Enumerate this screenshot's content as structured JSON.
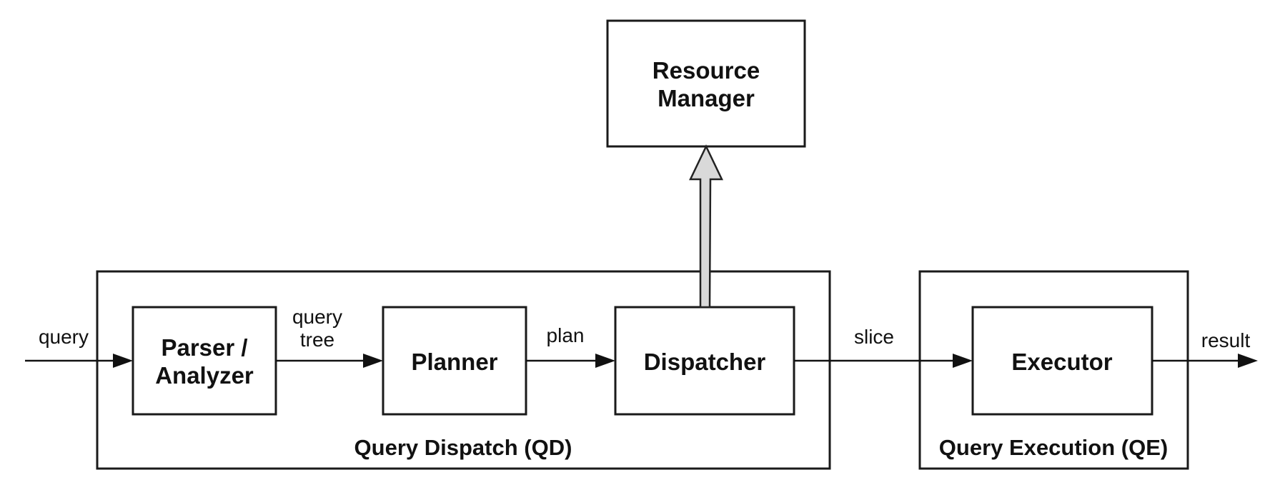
{
  "diagram": {
    "containers": {
      "qd": {
        "label": "Query Dispatch (QD)"
      },
      "qe": {
        "label": "Query Execution (QE)"
      }
    },
    "nodes": {
      "resource_manager": {
        "line1": "Resource",
        "line2": "Manager"
      },
      "parser": {
        "line1": "Parser /",
        "line2": "Analyzer"
      },
      "planner": {
        "label": "Planner"
      },
      "dispatcher": {
        "label": "Dispatcher"
      },
      "executor": {
        "label": "Executor"
      }
    },
    "edges": {
      "query": {
        "label": "query"
      },
      "query_tree": {
        "line1": "query",
        "line2": "tree"
      },
      "plan": {
        "label": "plan"
      },
      "slice": {
        "label": "slice"
      },
      "result": {
        "label": "result"
      }
    },
    "colors": {
      "stroke": "#1a1a1a",
      "big_arrow_fill": "#d9d9d9",
      "background": "#ffffff"
    }
  }
}
